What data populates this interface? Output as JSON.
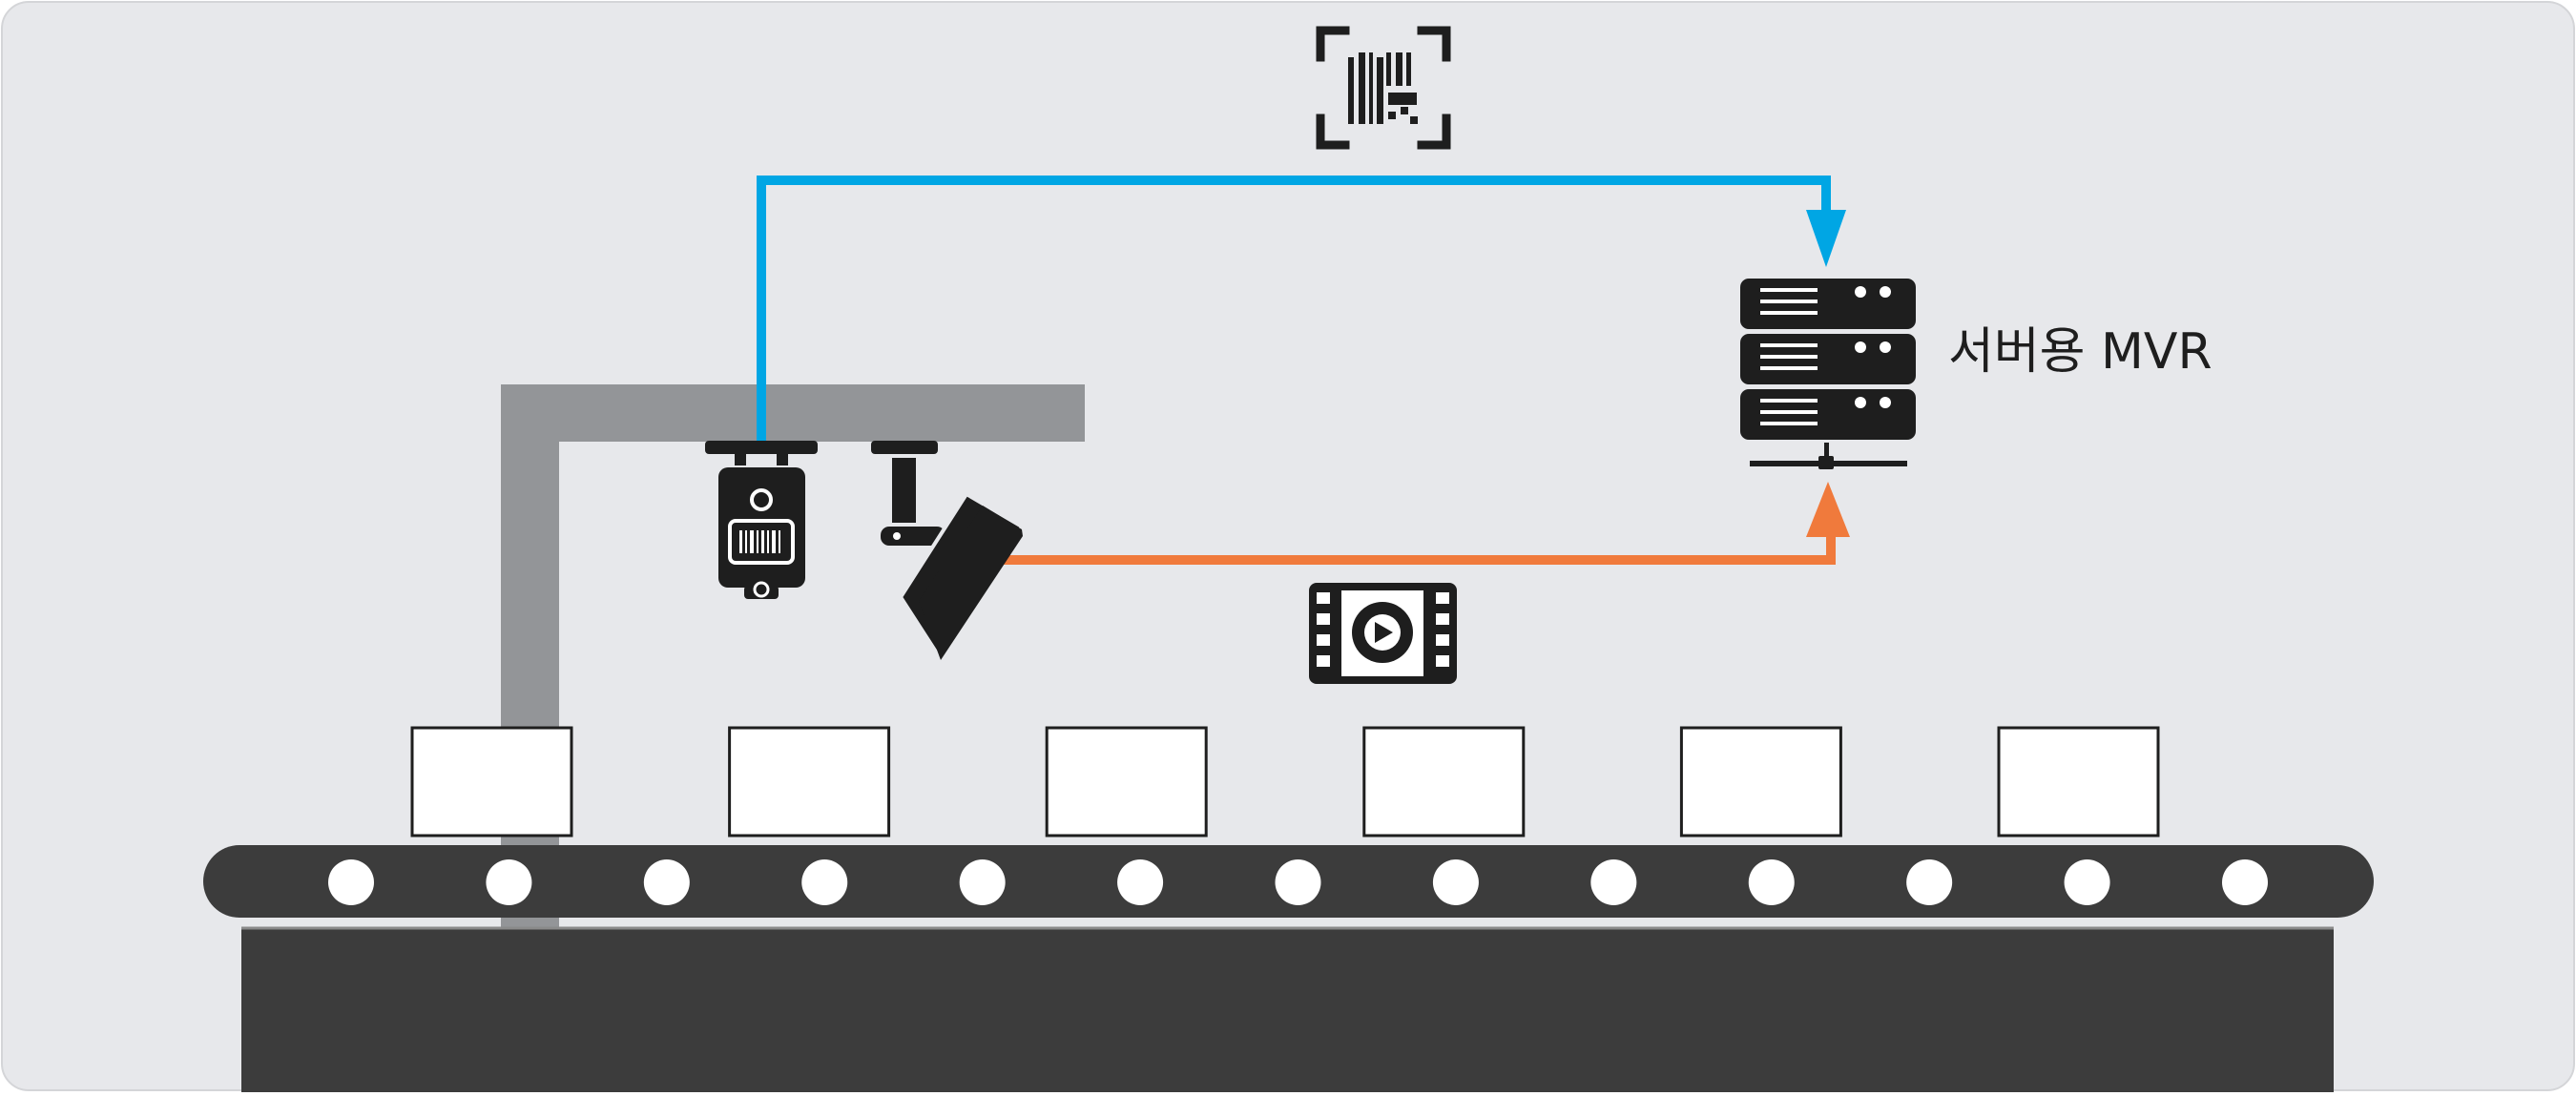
{
  "diagram": {
    "server_label": "서버용 MVR",
    "boxes_on_belt": 6,
    "belt_rollers": 13,
    "icons": [
      "barcode-scan-icon",
      "video-film-icon",
      "server-rack-icon",
      "barcode-scanner-camera-icon",
      "security-camera-icon"
    ],
    "colors": {
      "background": "#e7e8eb",
      "barcode_data_flow": "#00a6e4",
      "video_data_flow": "#f07a3c",
      "gantry": "#939598",
      "device": "#1e1e1e",
      "belt": "#3c3c3c"
    }
  }
}
